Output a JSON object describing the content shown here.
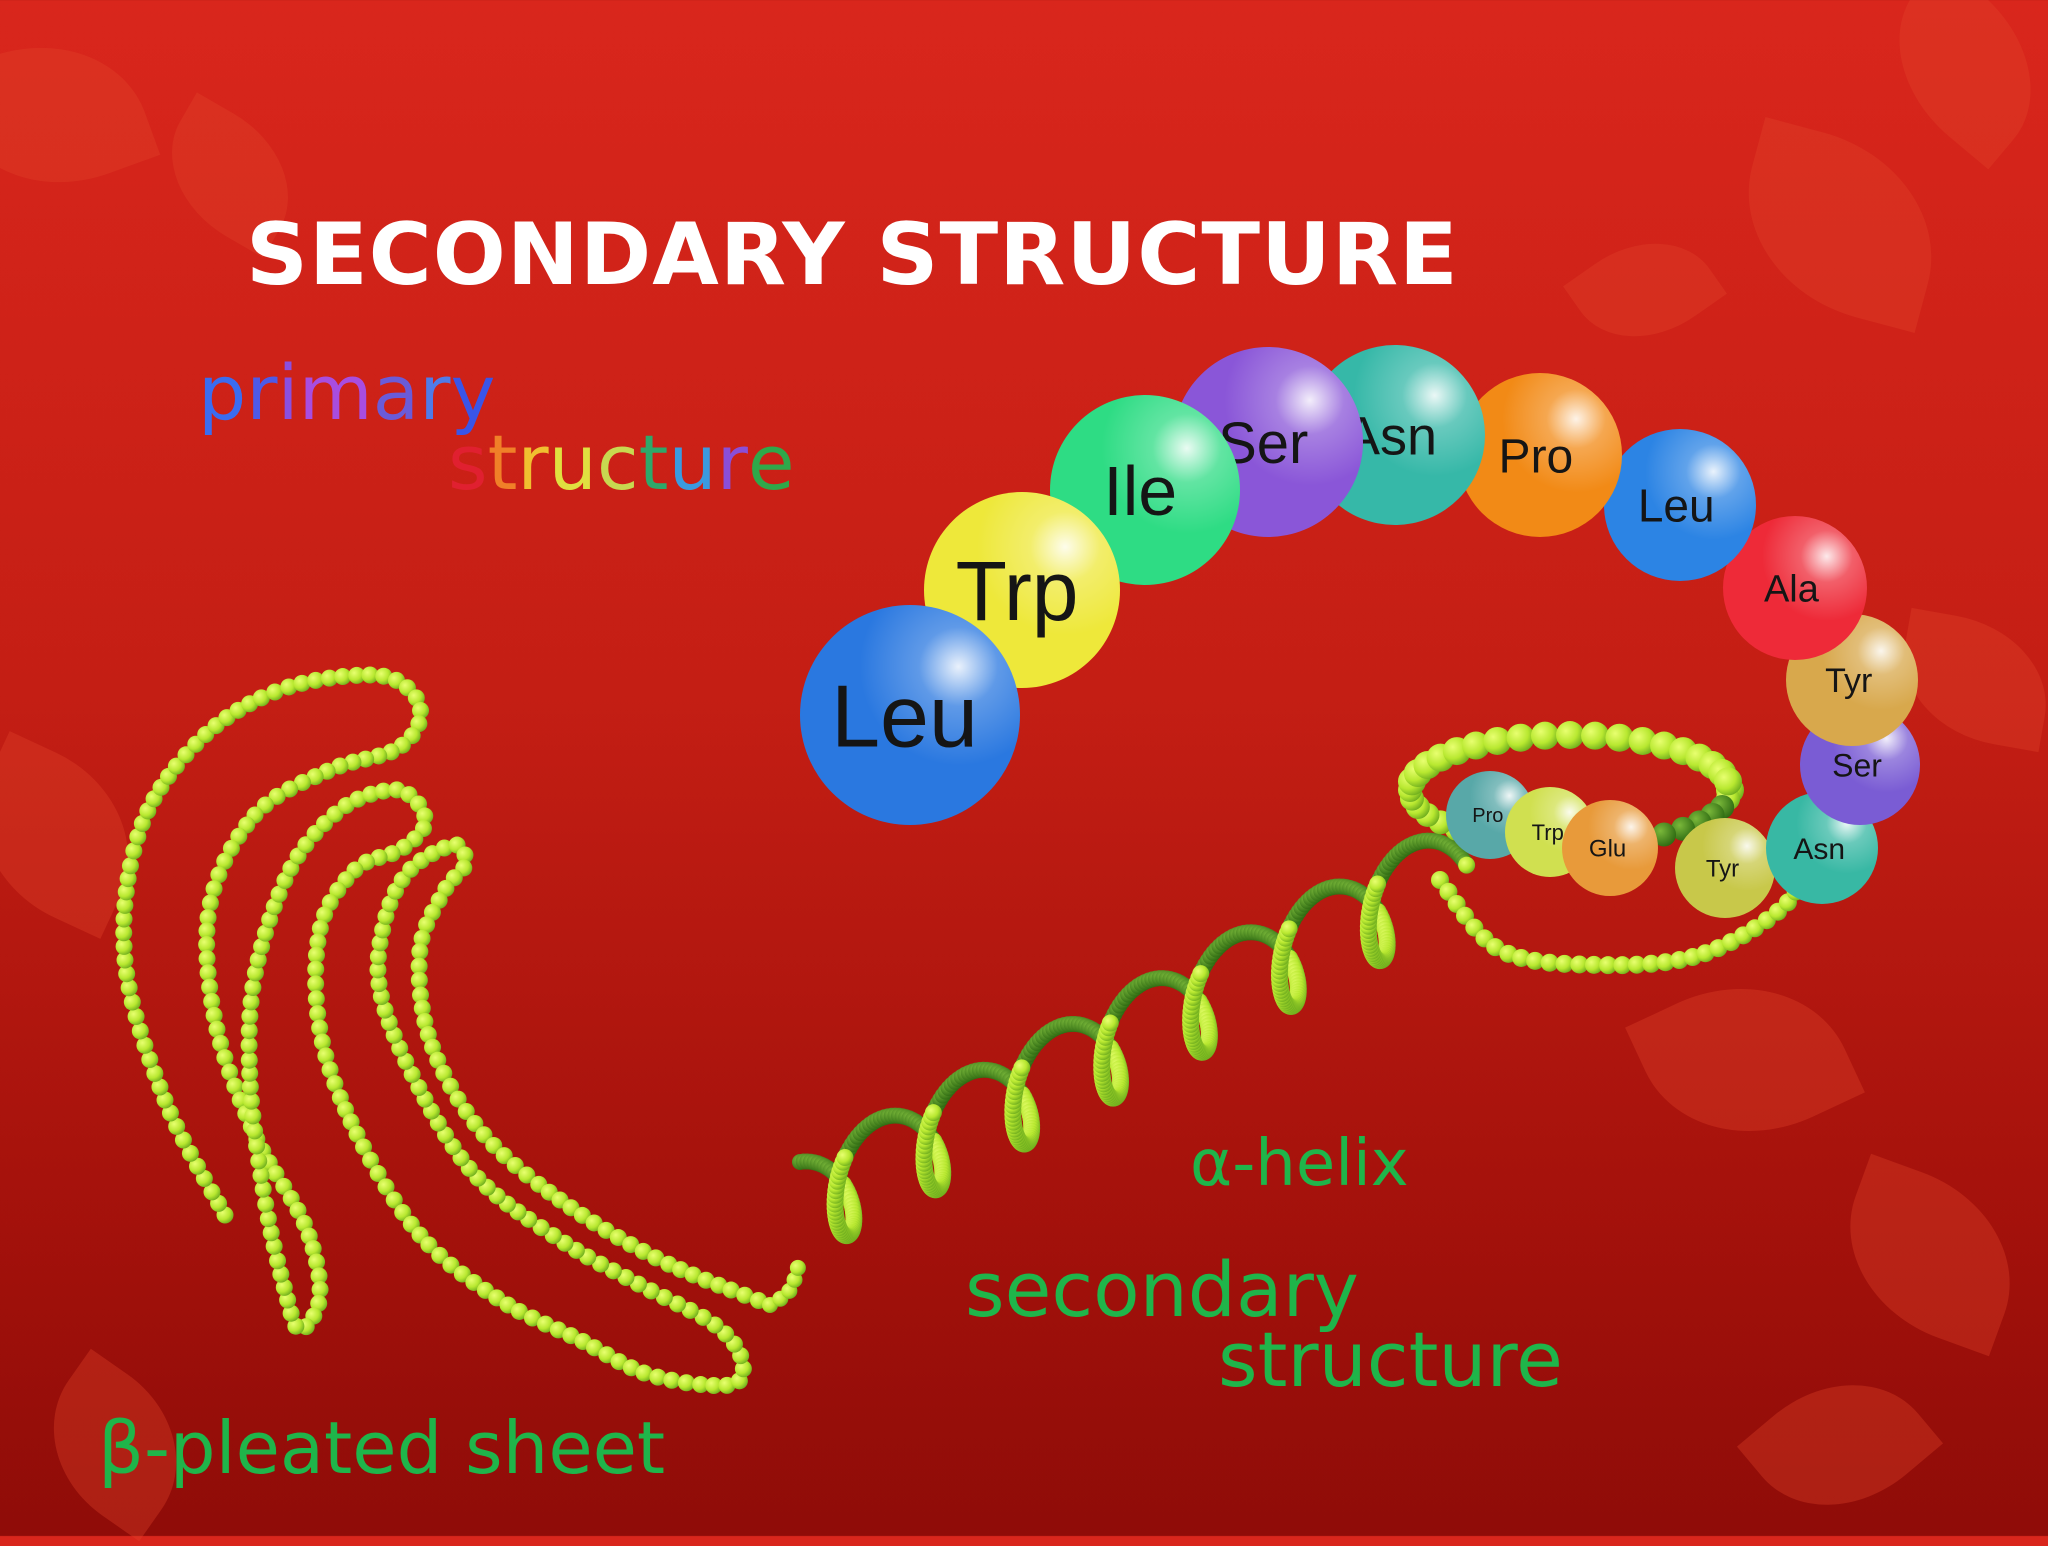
{
  "slide": {
    "title": "SECONDARY STRUCTURE"
  },
  "primary_label": {
    "line1": [
      {
        "ch": "p",
        "color": "#3a6cf0"
      },
      {
        "ch": "r",
        "color": "#4d5ae8"
      },
      {
        "ch": "i",
        "color": "#8a4fe0"
      },
      {
        "ch": "m",
        "color": "#a84de0"
      },
      {
        "ch": "a",
        "color": "#6a5bd8"
      },
      {
        "ch": "r",
        "color": "#4f7be8"
      },
      {
        "ch": "y",
        "color": "#3a55e8"
      }
    ],
    "line2": [
      {
        "ch": "s",
        "color": "#e02030"
      },
      {
        "ch": "t",
        "color": "#f08028"
      },
      {
        "ch": "r",
        "color": "#f0c030"
      },
      {
        "ch": "u",
        "color": "#e0e040"
      },
      {
        "ch": "c",
        "color": "#c8d850"
      },
      {
        "ch": "t",
        "color": "#2ea86a"
      },
      {
        "ch": "u",
        "color": "#3a9ae0"
      },
      {
        "ch": "r",
        "color": "#8a4ed8"
      },
      {
        "ch": "e",
        "color": "#2fa84a"
      }
    ]
  },
  "residues": [
    {
      "label": "Leu",
      "color": "#2a78e0"
    },
    {
      "label": "Trp",
      "color": "#eee83a"
    },
    {
      "label": "Ile",
      "color": "#2edc84"
    },
    {
      "label": "Ser",
      "color": "#8a56d8"
    },
    {
      "label": "Asn",
      "color": "#36b8a8"
    },
    {
      "label": "Pro",
      "color": "#f28a16"
    },
    {
      "label": "Leu",
      "color": "#2c84e4"
    },
    {
      "label": "Ala",
      "color": "#ee2a38"
    },
    {
      "label": "Tyr",
      "color": "#d8a84c"
    },
    {
      "label": "Ser",
      "color": "#7a5cd4"
    },
    {
      "label": "Asn",
      "color": "#38b8a4"
    },
    {
      "label": "Tyr",
      "color": "#c8c84a"
    },
    {
      "label": "Glu",
      "color": "#e89a3a"
    },
    {
      "label": "Trp",
      "color": "#d0e050"
    },
    {
      "label": "Pro",
      "color": "#58a8a8"
    }
  ],
  "labels": {
    "alpha_helix": "α-helix",
    "secondary_line1": "secondary",
    "secondary_line2": "structure",
    "beta_sheet": "β-pleated sheet"
  },
  "colors": {
    "bead": "#b8e830",
    "bead_dark": "#4e8a1c",
    "label_green": "#1fb54a",
    "title": "#ffffff"
  }
}
